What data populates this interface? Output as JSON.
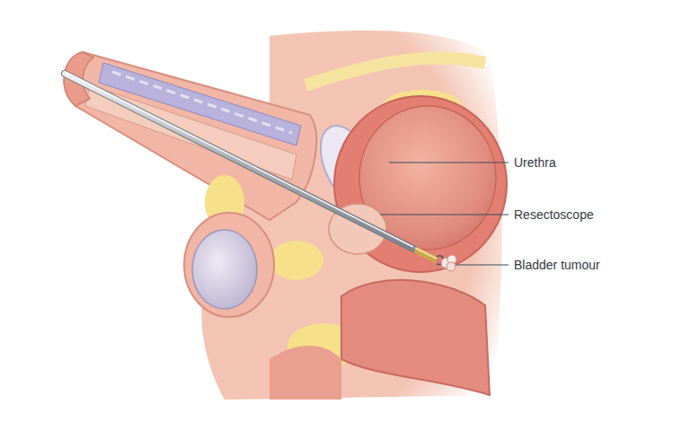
{
  "diagram": {
    "labels": [
      "Urethra",
      "Resectoscope",
      "Bladder tumour"
    ]
  }
}
